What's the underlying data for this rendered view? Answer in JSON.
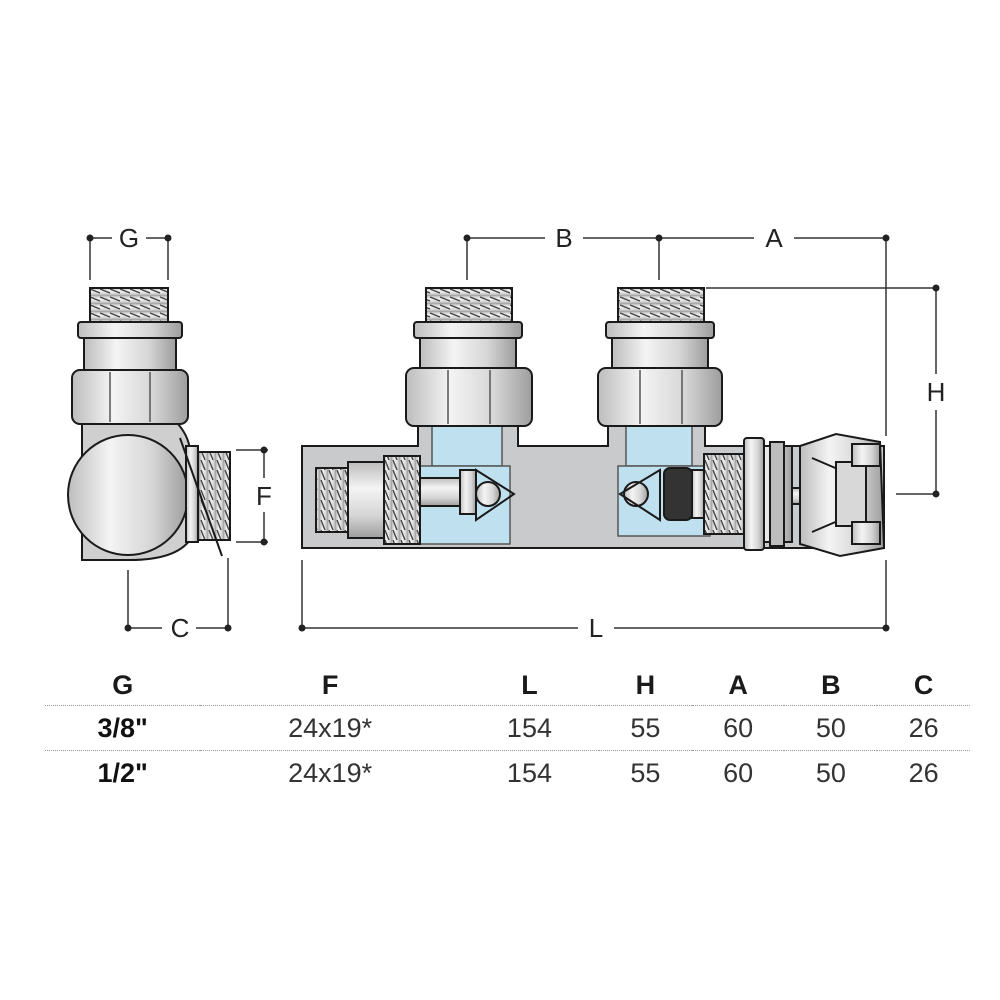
{
  "dimension_labels": {
    "g": "G",
    "f": "F",
    "c": "C",
    "b": "B",
    "a": "A",
    "h": "H",
    "l": "L"
  },
  "spec_table": {
    "headers": [
      "G",
      "F",
      "L",
      "H",
      "A",
      "B",
      "C"
    ],
    "rows": [
      [
        "3/8\"",
        "24x19*",
        "154",
        "55",
        "60",
        "50",
        "26"
      ],
      [
        "1/2\"",
        "24x19*",
        "154",
        "55",
        "60",
        "50",
        "26"
      ]
    ]
  },
  "colors": {
    "outline": "#1a1a1a",
    "body_grey": "#c9cacc",
    "water_blue": "#bfe0ee",
    "metal_light": "#e8e8e8",
    "dimension_line": "#333333"
  }
}
